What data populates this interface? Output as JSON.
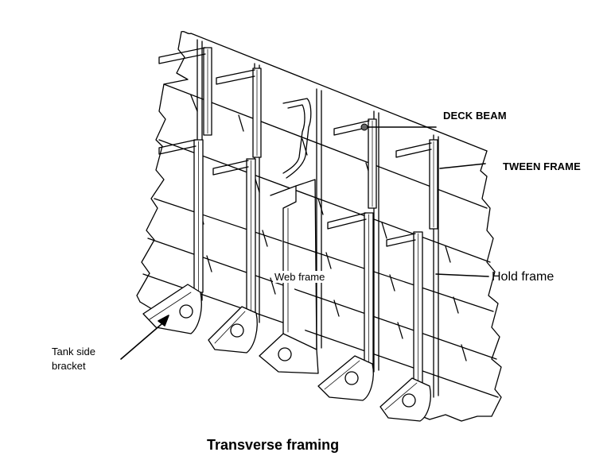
{
  "labels": {
    "deck_beam": "DECK BEAM",
    "tween_frame": "TWEEN FRAME",
    "web_frame": "Web frame",
    "hold_frame": "Hold frame",
    "tank_side_bracket_line1": "Tank side",
    "tank_side_bracket_line2": "bracket"
  },
  "caption": "Transverse framing",
  "colors": {
    "ink": "#000000",
    "paper": "#ffffff",
    "shade": "#d9d9d9"
  }
}
